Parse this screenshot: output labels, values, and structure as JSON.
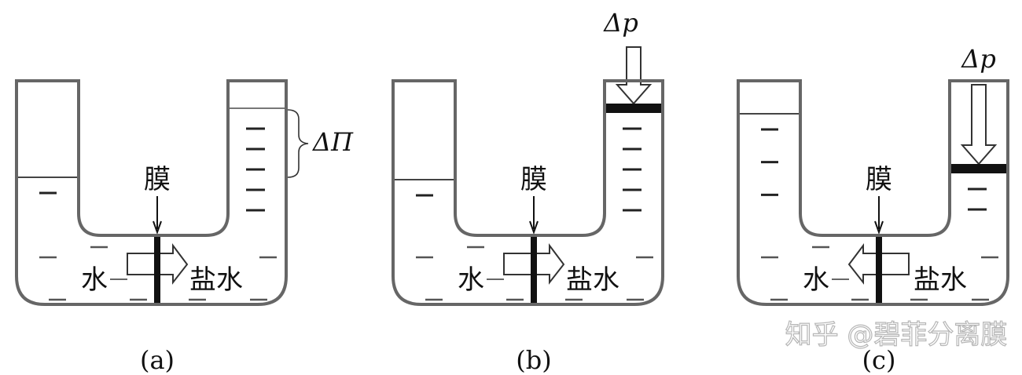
{
  "panels": [
    {
      "id": "a",
      "caption": "(a)",
      "membrane": "膜",
      "left_label": "水",
      "right_label": "盐水",
      "flow": "right",
      "pressure_label": "ΔΠ"
    },
    {
      "id": "b",
      "caption": "(b)",
      "membrane": "膜",
      "left_label": "水",
      "right_label": "盐水",
      "flow": "right",
      "pressure_label": "Δp"
    },
    {
      "id": "c",
      "caption": "(c)",
      "membrane": "膜",
      "left_label": "水",
      "right_label": "盐水",
      "flow": "left",
      "pressure_label": "Δp"
    }
  ],
  "watermark": "知乎 @碧菲分离膜",
  "colors": {
    "tube": "#666666",
    "ink": "#111111"
  }
}
